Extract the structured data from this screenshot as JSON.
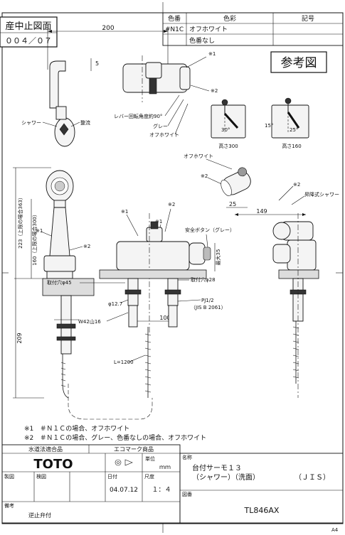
{
  "stamp": {
    "line1": "産中止図面",
    "line2": "００４／０７"
  },
  "color_table": {
    "headers": [
      "色番",
      "色彩",
      "記号"
    ],
    "rows": [
      {
        "code": "#N1C",
        "name": "オフホワイト",
        "mark": ""
      },
      {
        "code": "",
        "name": "色番なし",
        "mark": ""
      }
    ]
  },
  "reference_label": "参考図",
  "front_view": {
    "dim_200": "200",
    "dim_5": "5",
    "note1": "※1",
    "note2": "※2",
    "lever_angle": "レバー回転角度約90°",
    "grey": "グレー",
    "offwhite": "オフホワイト",
    "shower": "シャワー",
    "stop": "整流"
  },
  "angle_views": {
    "left_angle": "30°",
    "left_caption": "高さ300",
    "right_angle1": "15°",
    "right_angle2": "25°",
    "right_caption": "高さ160"
  },
  "side_view": {
    "height_label": "223（上限の場合363）",
    "inner_label": "160（上限の場合300）",
    "note1": "※1",
    "note2": "※2",
    "dim_209": "209"
  },
  "body_view": {
    "note1a": "※1",
    "note1b": "※1",
    "note2": "※2",
    "safety_button": "安全ボタン（グレー）",
    "max35": "最大35",
    "hole45": "取付穴φ45",
    "hole28": "取付穴φ28",
    "phi127": "φ12.7",
    "thread": "W42山16",
    "pj": "PJ1/2",
    "jis": "（JIS B 2061）",
    "dim_100": "100",
    "length": "L=1200"
  },
  "shower_view": {
    "offwhite": "オフホワイト",
    "note2a": "※2",
    "note2b": "※2",
    "hose": "昇降式シャワー",
    "dim_25": "25",
    "dim_149": "149"
  },
  "notes": [
    "※1　＃Ｎ１Ｃの場合、オフホワイト",
    "※2　＃Ｎ１Ｃの場合、グレー、色番なしの場合、オフホワイト"
  ],
  "title_block": {
    "water_cert": "水道法適合品",
    "eco_mark": "エコマーク商品",
    "brand": "TOTO",
    "unit_label": "単位",
    "unit": "ｍｍ",
    "name_label": "名称",
    "product_line1": "台付サーモ１３",
    "product_line2": "（シャワー）（洗面）",
    "jis": "（ＪＩＳ）",
    "made_label": "製図",
    "check_label": "検図",
    "date_label": "日付",
    "date": "04.07.12",
    "scale_label": "尺度",
    "scale": "１：４",
    "drawing_no_label": "図番",
    "drawing_no": "TL846AX",
    "remarks_label": "備考",
    "remarks": "逆止弁付",
    "sheet": "A4"
  }
}
